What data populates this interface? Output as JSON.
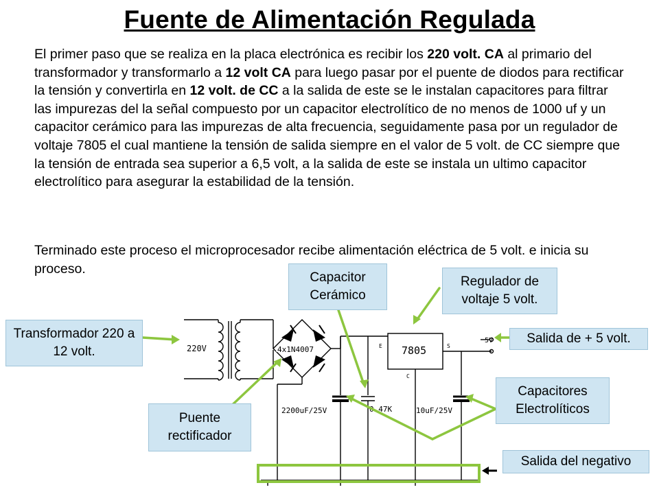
{
  "title": "Fuente de Alimentación Regulada",
  "paragraph1": [
    {
      "t": "El primer paso que se realiza en la placa electrónica es recibir los ",
      "b": false
    },
    {
      "t": "220 volt. CA",
      "b": true
    },
    {
      "t": " al primario del transformador y transformarlo a ",
      "b": false
    },
    {
      "t": "12 volt CA",
      "b": true
    },
    {
      "t": " para luego pasar por el puente de diodos para rectificar la tensión y convertirla en ",
      "b": false
    },
    {
      "t": "12 volt. de CC",
      "b": true
    },
    {
      "t": " a la salida de este se le instalan capacitores para filtrar las impurezas del la señal compuesto por un capacitor electrolítico de no menos de 1000 uf y un capacitor cerámico para las impurezas de alta frecuencia, seguidamente pasa por un regulador de voltaje 7805 el cual mantiene la tensión de salida siempre en el valor de 5 volt. de CC siempre que la tensión de entrada sea superior a 6,5 volt, a la salida de este se instala un ultimo capacitor electrolítico para asegurar la estabilidad de la tensión.",
      "b": false
    }
  ],
  "paragraph2": "Terminado este proceso el microprocesador recibe alimentación eléctrica de 5 volt. e inicia su proceso.",
  "labels": {
    "capacitor_ceramico": "Capacitor Cerámico",
    "regulador": "Regulador de voltaje 5 volt.",
    "transformador": "Transformador 220 a 12 volt.",
    "salida_5v": "Salida de + 5 volt.",
    "capacitores_electroliticos": "Capacitores Electrolíticos",
    "puente": "Puente rectificador",
    "salida_negativo": "Salida del negativo"
  },
  "schematic": {
    "input_voltage": "220V",
    "bridge": "4x1N4007",
    "regulator": "7805",
    "pin_e": "E",
    "pin_s": "S",
    "pin_c": "C",
    "cap1": "2200uF/25V",
    "cap2": "0.47K",
    "cap3": "10uF/25V",
    "output": "5V"
  },
  "colors": {
    "label_bg": "#cfe5f2",
    "arrow": "#8dc63f",
    "negative_box": "#8dc63f",
    "wire": "#000000"
  }
}
